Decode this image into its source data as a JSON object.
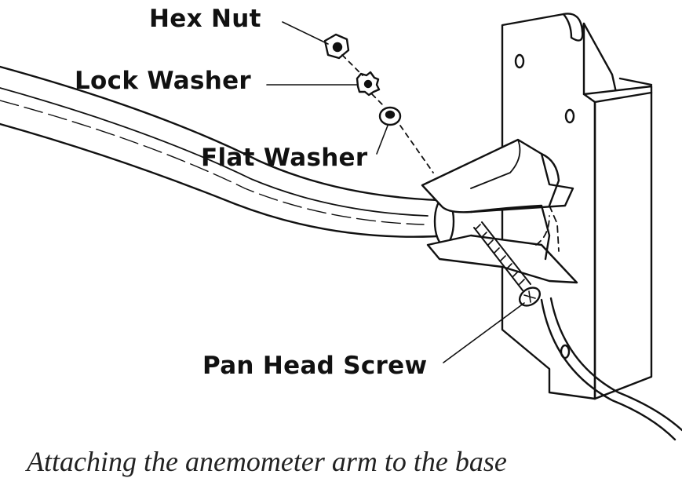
{
  "labels": {
    "hex_nut": "Hex Nut",
    "lock_washer": "Lock Washer",
    "flat_washer": "Flat Washer",
    "pan_head_screw": "Pan Head Screw"
  },
  "caption": "Attaching the anemometer arm to the base",
  "colors": {
    "ink": "#111111",
    "paper": "#ffffff"
  }
}
